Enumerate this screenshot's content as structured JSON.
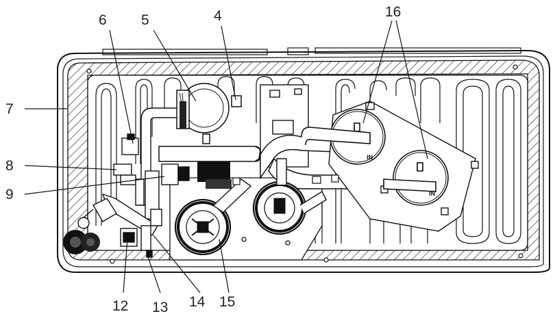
{
  "callouts": [
    {
      "id": "7",
      "text": "7"
    },
    {
      "id": "8",
      "text": "8"
    },
    {
      "id": "9",
      "text": "9"
    },
    {
      "id": "6",
      "text": "6"
    },
    {
      "id": "5",
      "text": "5"
    },
    {
      "id": "4",
      "text": "4"
    },
    {
      "id": "16",
      "text": "16"
    },
    {
      "id": "12",
      "text": "12"
    },
    {
      "id": "13",
      "text": "13"
    },
    {
      "id": "14",
      "text": "14"
    },
    {
      "id": "15",
      "text": "15"
    }
  ],
  "tank_labels": {
    "upper_letter": "I",
    "upper_port": "IN",
    "lower_letter": "I",
    "lower_port": "IN"
  }
}
